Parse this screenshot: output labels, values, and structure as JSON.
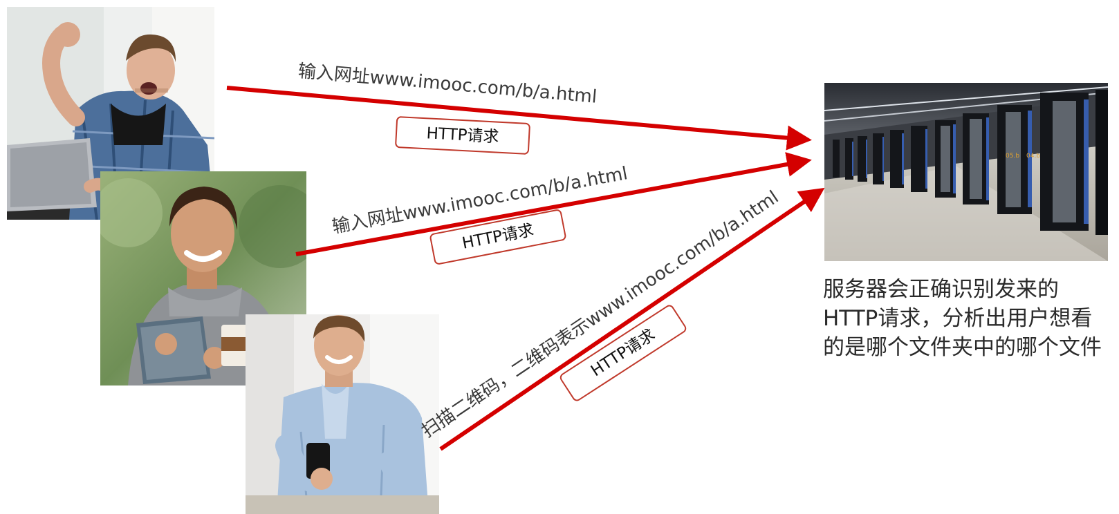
{
  "requests": [
    {
      "url_label": "输入网址www.imooc.com/b/a.html",
      "tag_label": "HTTP请求"
    },
    {
      "url_label": "输入网址www.imooc.com/b/a.html",
      "tag_label": "HTTP请求"
    },
    {
      "url_label": "扫描二维码，二维码表示www.imooc.com/b/a.html",
      "tag_label": "HTTP请求"
    }
  ],
  "server": {
    "description": "服务器会正确识别发来的HTTP请求，分析出用户想看的是哪个文件夹中的哪个文件",
    "rack_labels": [
      "05.b",
      "04.b"
    ]
  },
  "colors": {
    "arrow": "#d40000",
    "tag_border": "#c0392b",
    "text": "#3a3a3a"
  }
}
